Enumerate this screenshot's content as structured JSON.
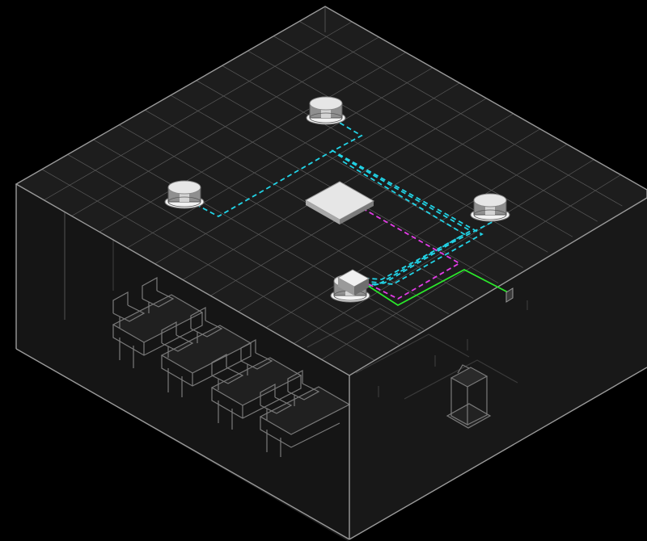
{
  "scene": {
    "view": "isometric",
    "room": "classroom",
    "colors": {
      "background": "#000000",
      "floor": "#1c1c1c",
      "left_wall": "#141414",
      "room_edge": "#9a9a9a",
      "ceiling_grid": "#8a8a8a",
      "furniture": "#7a7a7a",
      "device_face": "#e6e6e6",
      "device_side": "#8f8f8f",
      "cable_network": "#22d3e6",
      "cable_audio": "#e23ce6",
      "cable_control": "#2be82b"
    },
    "devices": [
      {
        "name": "ceiling-speaker",
        "count": 4,
        "icon": "speaker-icon"
      },
      {
        "name": "ceiling-array-microphone",
        "count": 1,
        "icon": "microphone-panel-icon"
      },
      {
        "name": "dsp-hub",
        "count": 1,
        "icon": "hub-icon"
      },
      {
        "name": "wall-control-panel",
        "count": 1,
        "icon": "wall-plate-icon"
      }
    ],
    "cables": [
      {
        "type": "network",
        "style": "dashed",
        "color": "#22d3e6"
      },
      {
        "type": "audio",
        "style": "dashed",
        "color": "#e23ce6"
      },
      {
        "type": "control",
        "style": "solid",
        "color": "#2be82b"
      }
    ],
    "furniture": [
      {
        "item": "desk-row",
        "count": 4
      },
      {
        "item": "chair",
        "count": 8
      },
      {
        "item": "lectern",
        "count": 1
      }
    ]
  }
}
